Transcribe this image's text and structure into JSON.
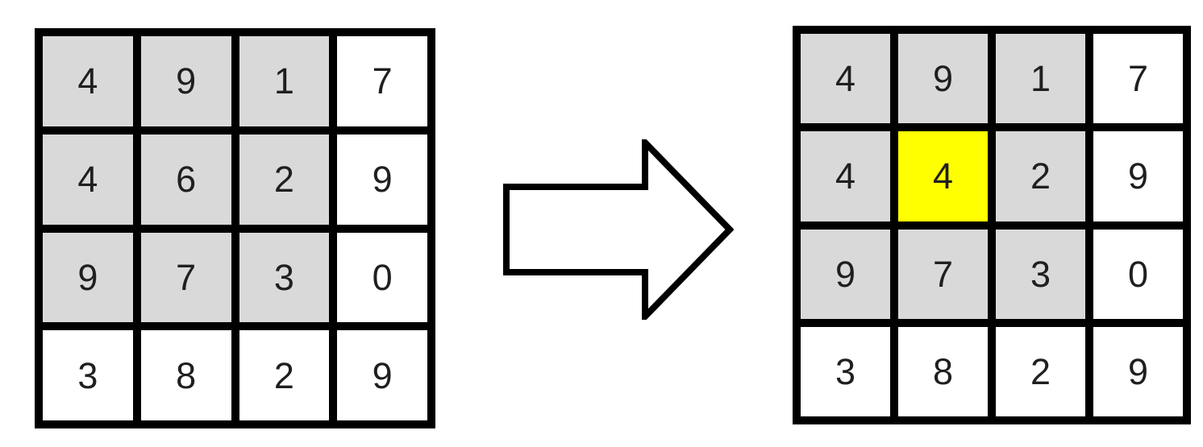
{
  "colors": {
    "background": "#ffffff",
    "grid-line": "#000000",
    "shaded-cell": "#d9d9d9",
    "plain-cell": "#ffffff",
    "highlight-cell": "#ffff00",
    "digit": "#1f1f1f"
  },
  "figure": {
    "arrow_icon": "block-arrow-right"
  },
  "left_grid": {
    "rows": 4,
    "cols": 4,
    "cells": [
      {
        "v": "4",
        "bg": "gray"
      },
      {
        "v": "9",
        "bg": "gray"
      },
      {
        "v": "1",
        "bg": "gray"
      },
      {
        "v": "7",
        "bg": "white"
      },
      {
        "v": "4",
        "bg": "gray"
      },
      {
        "v": "6",
        "bg": "gray"
      },
      {
        "v": "2",
        "bg": "gray"
      },
      {
        "v": "9",
        "bg": "white"
      },
      {
        "v": "9",
        "bg": "gray"
      },
      {
        "v": "7",
        "bg": "gray"
      },
      {
        "v": "3",
        "bg": "gray"
      },
      {
        "v": "0",
        "bg": "white"
      },
      {
        "v": "3",
        "bg": "white"
      },
      {
        "v": "8",
        "bg": "white"
      },
      {
        "v": "2",
        "bg": "white"
      },
      {
        "v": "9",
        "bg": "white"
      }
    ]
  },
  "right_grid": {
    "rows": 4,
    "cols": 4,
    "cells": [
      {
        "v": "4",
        "bg": "gray"
      },
      {
        "v": "9",
        "bg": "gray"
      },
      {
        "v": "1",
        "bg": "gray"
      },
      {
        "v": "7",
        "bg": "white"
      },
      {
        "v": "4",
        "bg": "gray"
      },
      {
        "v": "4",
        "bg": "yellow"
      },
      {
        "v": "2",
        "bg": "gray"
      },
      {
        "v": "9",
        "bg": "white"
      },
      {
        "v": "9",
        "bg": "gray"
      },
      {
        "v": "7",
        "bg": "gray"
      },
      {
        "v": "3",
        "bg": "gray"
      },
      {
        "v": "0",
        "bg": "white"
      },
      {
        "v": "3",
        "bg": "white"
      },
      {
        "v": "8",
        "bg": "white"
      },
      {
        "v": "2",
        "bg": "white"
      },
      {
        "v": "9",
        "bg": "white"
      }
    ]
  }
}
